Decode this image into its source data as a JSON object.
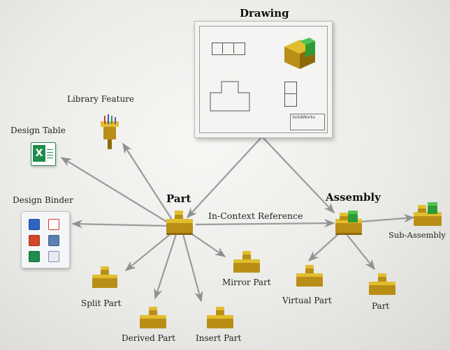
{
  "title": "Drawing",
  "nodes": {
    "part": "Part",
    "assembly": "Assembly",
    "library_feature": "Library Feature",
    "design_table": "Design Table",
    "design_binder": "Design Binder",
    "sub_assembly": "Sub-Assembly",
    "split_part": "Split Part",
    "derived_part": "Derived Part",
    "insert_part": "Insert Part",
    "mirror_part": "Mirror Part",
    "virtual_part": "Virtual Part",
    "assembly_part": "Part"
  },
  "edge_labels": {
    "in_context_reference": "In-Context Reference"
  },
  "drawing_sheet": {
    "title_block": "SolidWorks"
  },
  "design_table_icon": "excel-icon",
  "design_binder_icons": [
    "word-doc-icon",
    "pdf-doc-icon",
    "powerpoint-doc-icon",
    "video-doc-icon",
    "excel-doc-icon",
    "link-doc-icon"
  ],
  "colors": {
    "part_block": "#e2be2e",
    "assembly_accent": "#2f9b34",
    "arrow": "#8f9092"
  }
}
